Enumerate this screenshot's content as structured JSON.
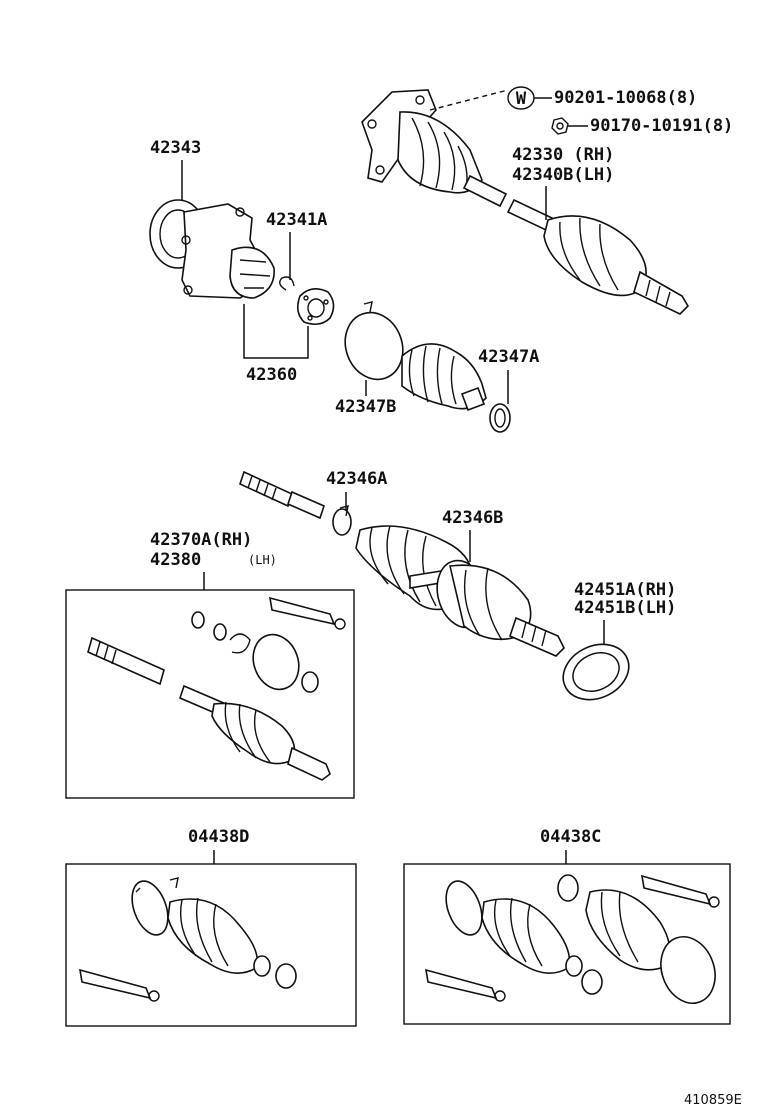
{
  "labels": {
    "p42343": "42343",
    "p42341A": "42341A",
    "p42360": "42360",
    "p42347B": "42347B",
    "p42347A": "42347A",
    "w_symbol": "W",
    "p90201": "90201-10068(8)",
    "p90170": "90170-10191(8)",
    "p42330": "42330 (RH)",
    "p42340B": "42340B(LH)",
    "p42346A": "42346A",
    "p42346B": "42346B",
    "p42370A": "42370A(RH)",
    "p42380": "42380",
    "p42380_lh": "(LH)",
    "p42451A": "42451A(RH)",
    "p42451B": "42451B(LH)",
    "p04438D": "04438D",
    "p04438C": "04438C",
    "figure_id": "410859E"
  }
}
